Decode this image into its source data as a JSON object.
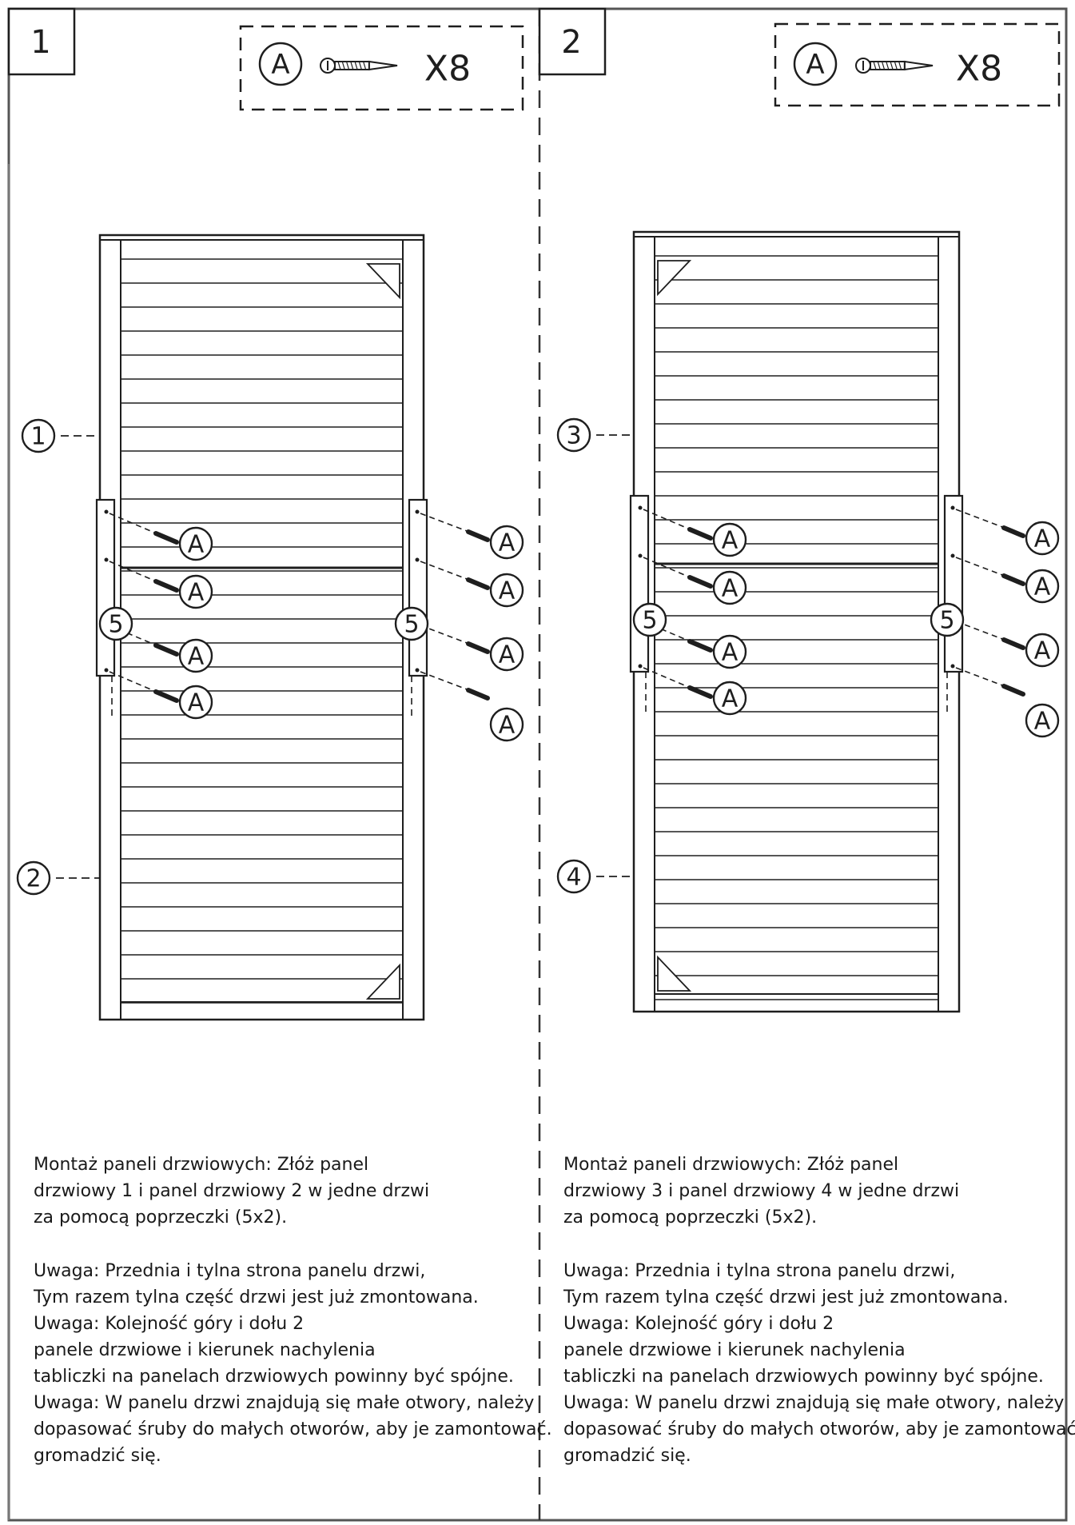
{
  "steps": [
    {
      "number": "1",
      "hardware": {
        "letter": "A",
        "quantity": "X8"
      },
      "panel_top": "1",
      "panel_bottom": "2",
      "crossbar_label": "5",
      "screw_label": "A",
      "description": [
        "Montaż  paneli  drzwiowych: Złóż  panel",
        "drzwiowy  1  i  panel  drzwiowy 2  w  jedne  drzwi",
        "za  pomocą  poprzeczki (5x2)."
      ],
      "notes": [
        "Uwaga:  Przednia  i  tylna  strona panelu  drzwi,",
        "Tym  razem  tylna część  drzwi jest  już  zmontowana.",
        "Uwaga:  Kolejność  góry i  dołu 2",
        "panele  drzwiowe  i  kierunek  nachylenia",
        "tabliczki  na  panelach drzwiowych  powinny być  spójne.",
        "Uwaga:  W  panelu drzwi  znajdują się  małe otwory,  należy",
        "dopasować  śruby  do  małych  otworów, aby  je  zamontować.",
        "gromadzić  się."
      ]
    },
    {
      "number": "2",
      "hardware": {
        "letter": "A",
        "quantity": "X8"
      },
      "panel_top": "3",
      "panel_bottom": "4",
      "crossbar_label": "5",
      "screw_label": "A",
      "description": [
        "Montaż  paneli  drzwiowych: Złóż  panel",
        "drzwiowy  3  i  panel  drzwiowy 4  w  jedne  drzwi",
        "za  pomocą  poprzeczki (5x2)."
      ],
      "notes": [
        "Uwaga:  Przednia  i  tylna  strona panelu  drzwi,",
        "Tym  razem  tylna część  drzwi jest  już  zmontowana.",
        "Uwaga:  Kolejność  góry i  dołu 2",
        "panele  drzwiowe  i  kierunek  nachylenia",
        "tabliczki  na  panelach drzwiowych  powinny być  spójne.",
        "Uwaga:  W  panelu drzwi  znajdują się  małe otwory,  należy",
        "dopasować  śruby  do  małych  otworów, aby  je  zamontować.",
        "gromadzić  się."
      ]
    }
  ]
}
